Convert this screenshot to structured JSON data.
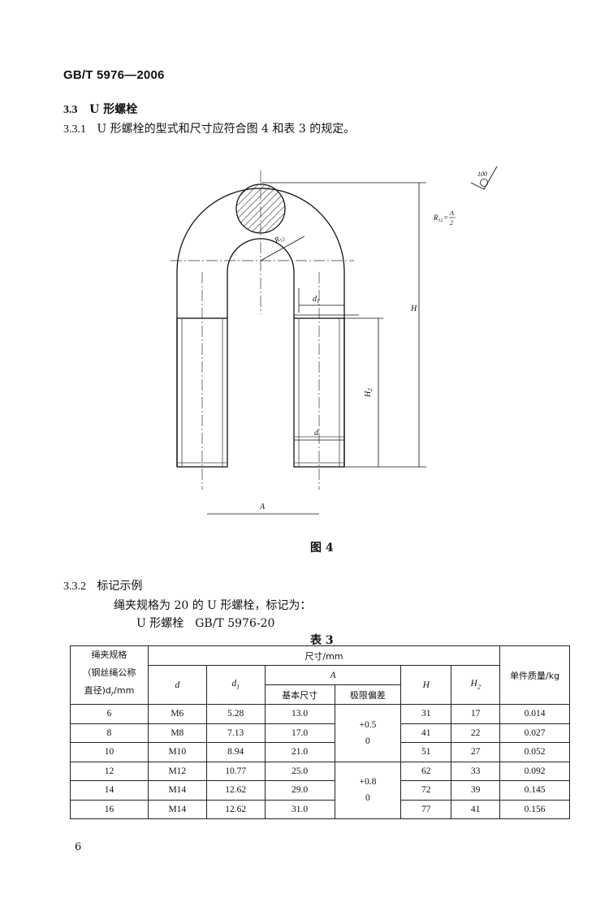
{
  "header": {
    "standard": "GB/T 5976—2006"
  },
  "section_3_3": {
    "number": "3.3",
    "title": "U 形螺栓"
  },
  "section_3_3_1": {
    "number": "3.3.1",
    "text": "U 形螺栓的型式和尺寸应符合图 4 和表 3 的规定。"
  },
  "figure": {
    "caption": "图 4",
    "roughness": "100",
    "labels": {
      "r12_formula_left": "R",
      "r12_sub": "12",
      "r12_eq": "=",
      "r12_num": "A",
      "r12_den": "2",
      "r12_inline": "R",
      "r12_inline_sub": "12",
      "d1": "d",
      "d1_sub": "1",
      "d": "d",
      "A": "A",
      "H": "H",
      "H2": "H",
      "H2_sub": "2"
    }
  },
  "section_3_3_2": {
    "number": "3.3.2",
    "title": "标记示例"
  },
  "marking": {
    "description": "绳夹规格为 20 的 U 形螺栓，标记为：",
    "example": "U 形螺栓　GB/T 5976-20"
  },
  "table": {
    "caption": "表 3",
    "headers": {
      "spec_line1": "绳夹规格",
      "spec_line2": "（钢丝绳公称",
      "spec_line3": "直径)d",
      "spec_line3_sub": "r",
      "spec_line3_unit": "/mm",
      "dims": "尺寸/mm",
      "d": "d",
      "d1": "d",
      "d1_sub": "1",
      "A": "A",
      "A_basic": "基本尺寸",
      "A_tol": "极限偏差",
      "H": "H",
      "H2": "H",
      "H2_sub": "2",
      "mass": "单件质量/kg"
    },
    "rows": [
      {
        "spec": "6",
        "d": "M6",
        "d1": "5.28",
        "A": "13.0",
        "H": "31",
        "H2": "17",
        "mass": "0.014"
      },
      {
        "spec": "8",
        "d": "M8",
        "d1": "7.13",
        "A": "17.0",
        "H": "41",
        "H2": "22",
        "mass": "0.027"
      },
      {
        "spec": "10",
        "d": "M10",
        "d1": "8.94",
        "A": "21.0",
        "H": "51",
        "H2": "27",
        "mass": "0.052"
      },
      {
        "spec": "12",
        "d": "M12",
        "d1": "10.77",
        "A": "25.0",
        "H": "62",
        "H2": "33",
        "mass": "0.092"
      },
      {
        "spec": "14",
        "d": "M14",
        "d1": "12.62",
        "A": "29.0",
        "H": "72",
        "H2": "39",
        "mass": "0.145"
      },
      {
        "spec": "16",
        "d": "M14",
        "d1": "12.62",
        "A": "31.0",
        "H": "77",
        "H2": "41",
        "mass": "0.156"
      }
    ],
    "tolerances": [
      {
        "upper": "+0.5",
        "lower": "0"
      },
      {
        "upper": "+0.8",
        "lower": "0"
      }
    ]
  },
  "page_number": "6"
}
